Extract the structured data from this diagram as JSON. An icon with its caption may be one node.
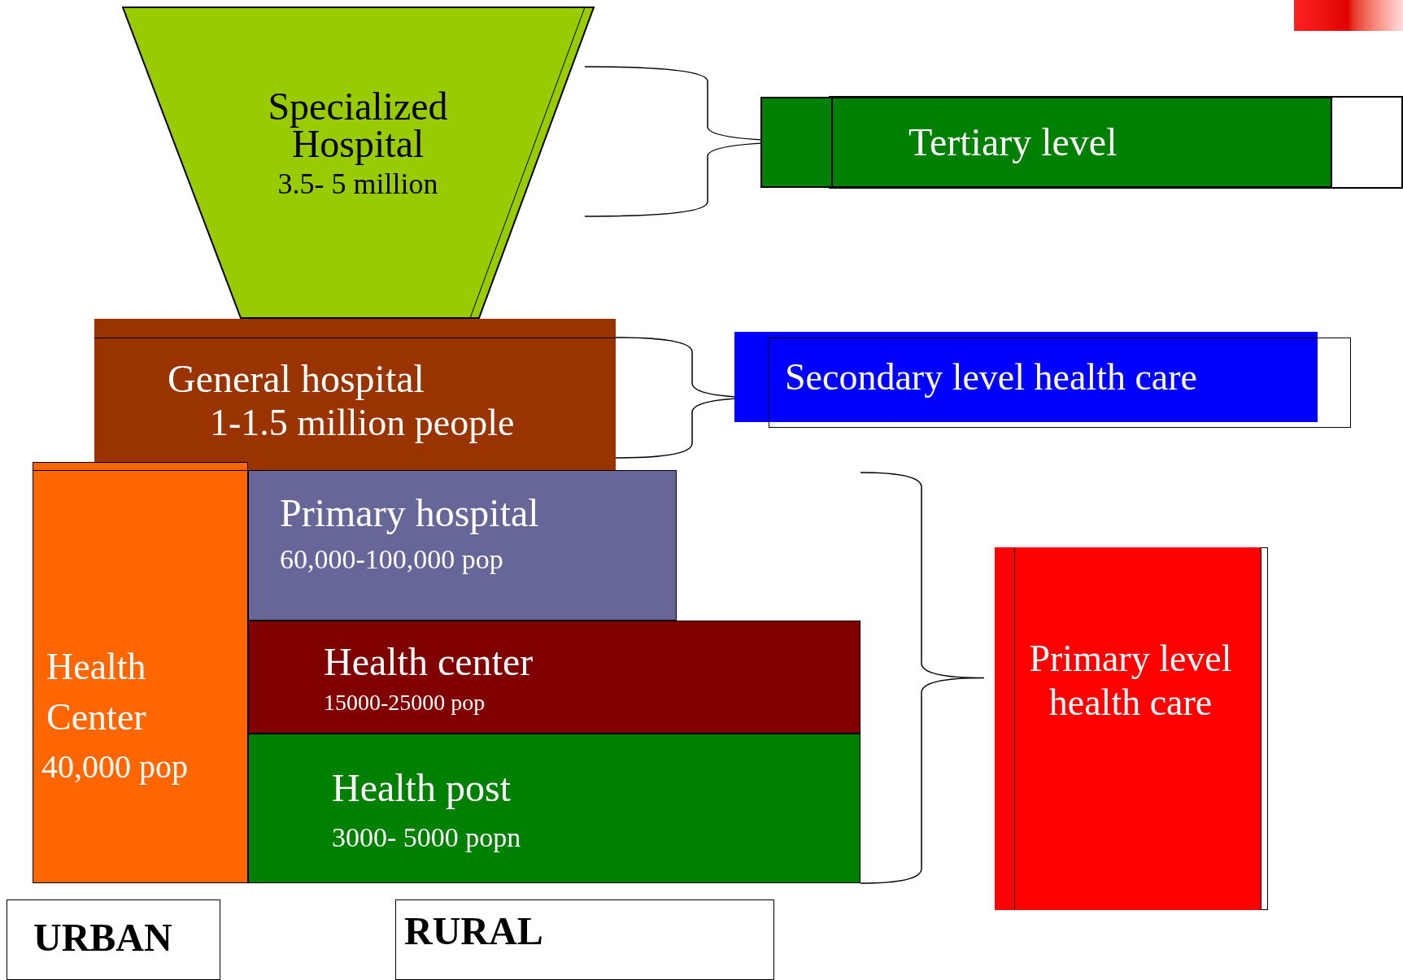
{
  "diagram": {
    "nodes": [
      {
        "text": [
          "Specialized Hospital",
          "3.5- 5 million"
        ]
      },
      {
        "text": [
          "Tertiary level"
        ]
      },
      {
        "text": [
          "General hospital",
          "1-1.5 million people"
        ]
      },
      {
        "text": [
          "Secondary level health care"
        ]
      },
      {
        "text": [
          "Health Center",
          "40,000 pop"
        ]
      },
      {
        "text": [
          "Primary hospital",
          "60,000-100,000 pop"
        ]
      },
      {
        "text": [
          "Health center",
          "15000-25000 pop"
        ]
      },
      {
        "text": [
          "Health post",
          "3000- 5000 popn"
        ]
      },
      {
        "text": [
          "Primary level health care"
        ]
      },
      {
        "text": [
          "URBAN"
        ]
      },
      {
        "text": [
          "RURAL"
        ]
      },
      {
        "text": [],
        "shape": "bar"
      }
    ]
  }
}
